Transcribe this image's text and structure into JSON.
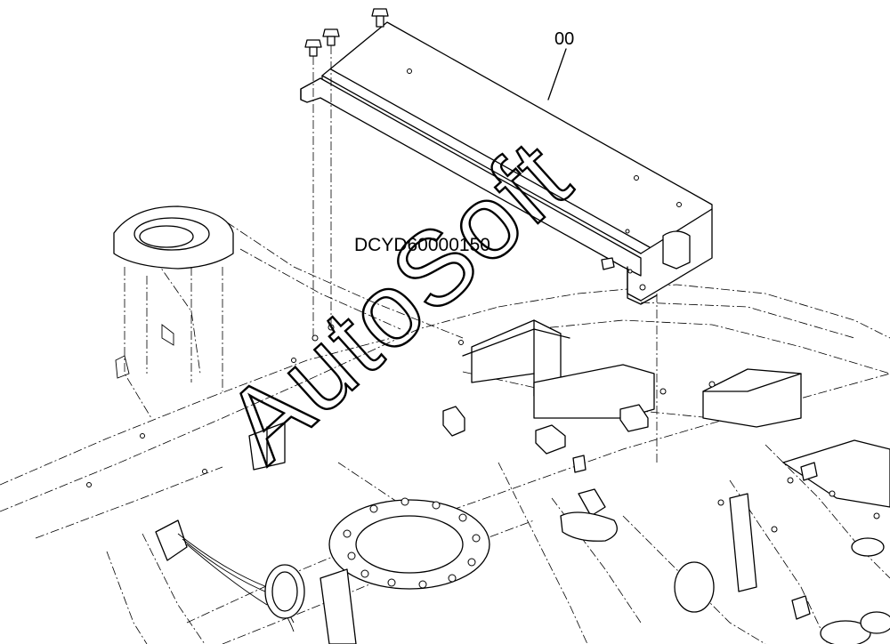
{
  "callout": {
    "part_number": "00"
  },
  "drawing": {
    "code": "DCYD60000150"
  },
  "watermark": {
    "text": "AutoSoft"
  }
}
